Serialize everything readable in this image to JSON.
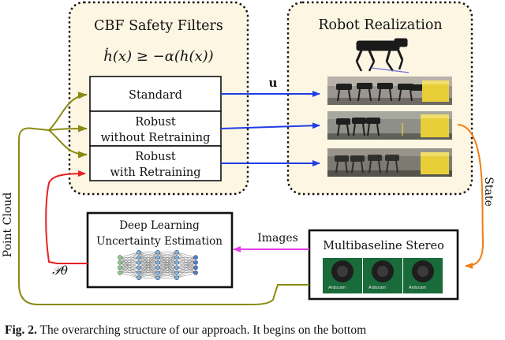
{
  "cbf_panel": {
    "title": "CBF Safety Filters",
    "formula": "ḣ(x) ≥ −α(h(x))",
    "filters": [
      {
        "line1": "Standard",
        "line2": ""
      },
      {
        "line1": "Robust",
        "line2": "without Retraining"
      },
      {
        "line1": "Robust",
        "line2": "with Retraining"
      }
    ]
  },
  "robot_panel": {
    "title": "Robot Realization"
  },
  "control_label": "u",
  "deep_learning": {
    "line1": "Deep Learning",
    "line2": "Uncertainty Estimation"
  },
  "stereo": {
    "title": "Multibaseline Stereo",
    "board_label": "Arducam"
  },
  "edge_labels": {
    "images": "Images",
    "state": "State",
    "point_cloud": "Point Cloud",
    "p_theta": "𝒫θ"
  },
  "caption": {
    "prefix": "Fig. 2.",
    "text": "The overarching structure of our approach. It begins on the bottom"
  },
  "colors": {
    "panel_fill": "#fdf6e3",
    "control_arrow": "#1f3ee6",
    "state_arrow": "#f07d14",
    "images_arrow": "#e53ce8",
    "p_arrow": "#e82020",
    "cloud_arrow": "#8a8a12",
    "box_stroke": "#111111"
  }
}
